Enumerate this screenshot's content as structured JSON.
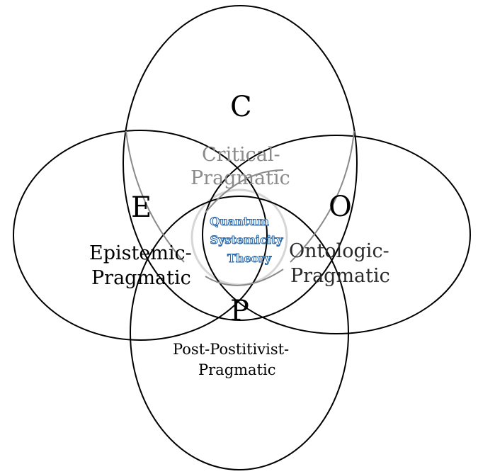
{
  "diagram": {
    "domains": {
      "critical": {
        "letter": "C",
        "label_line1": "Critical-",
        "label_line2": "Pragmatic"
      },
      "epistemic": {
        "letter": "E",
        "label_line1": "Epistemic-",
        "label_line2": "Pragmatic"
      },
      "ontologic": {
        "letter": "O",
        "label_line1": "Ontologic-",
        "label_line2": "Pragmatic"
      },
      "post_positivist": {
        "letter": "P",
        "label_line1": "Post-Postitivist-",
        "label_line2": "Pragmatic"
      }
    },
    "center": {
      "line1": "Quantum",
      "line2": "Systemicity",
      "line3": "Theory"
    },
    "colors": {
      "outline": "#000000",
      "faded_text": "#8a8a8a",
      "center_outline": "#2e6fb0"
    }
  }
}
